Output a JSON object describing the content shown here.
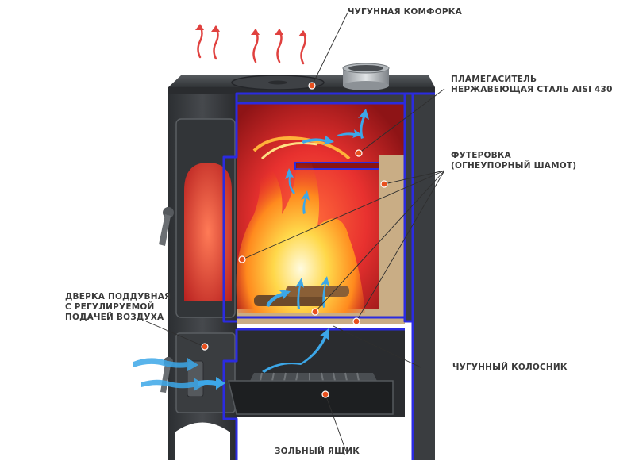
{
  "labels": {
    "cast_iron_hob": "ЧУГУННАЯ КОМФОРКА",
    "flame_damper": {
      "line1": "ПЛАМЕГАСИТЕЛЬ",
      "line2": "НЕРЖАВЕЮЩАЯ СТАЛЬ AISI 430"
    },
    "lining": {
      "line1": "ФУТЕРОВКА",
      "line2": "(ОГНЕУПОРНЫЙ ШАМОТ)"
    },
    "blower_door": {
      "line1": "ДВЕРКА ПОДДУВНАЯ",
      "line2": "С РЕГУЛИРУЕМОЙ",
      "line3": "ПОДАЧЕЙ ВОЗДУХА"
    },
    "grate": "ЧУГУННЫЙ КОЛОСНИК",
    "ash_box": "ЗОЛЬНЫЙ ЯЩИК"
  },
  "colors": {
    "body": "#3a3d40",
    "body_dark": "#222426",
    "body_light": "#5a5e62",
    "outline": "#2b2be0",
    "firebox_glow": "#e8312f",
    "chamotte": "#c9ad85",
    "marker": "#e8501e",
    "heat_arrow": "#e0413f",
    "air_arrow": "#3ca7e8"
  }
}
